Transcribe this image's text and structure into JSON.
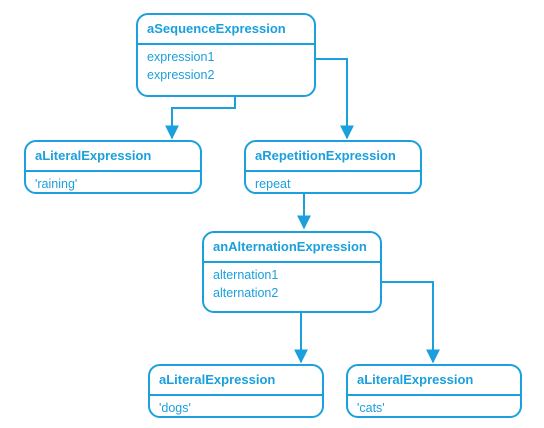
{
  "objects": {
    "sequence": {
      "title": "aSequenceExpression",
      "fields": [
        "expression1",
        "expression2"
      ]
    },
    "literal_raining": {
      "title": "aLiteralExpression",
      "fields": [
        "'raining'"
      ]
    },
    "repetition": {
      "title": "aRepetitionExpression",
      "fields": [
        "repeat"
      ]
    },
    "alternation": {
      "title": "anAlternationExpression",
      "fields": [
        "alternation1",
        "alternation2"
      ]
    },
    "literal_dogs": {
      "title": "aLiteralExpression",
      "fields": [
        "'dogs'"
      ]
    },
    "literal_cats": {
      "title": "aLiteralExpression",
      "fields": [
        "'cats'"
      ]
    }
  },
  "colors": {
    "accent": "#1ba0dd",
    "background": "#ffffff"
  }
}
